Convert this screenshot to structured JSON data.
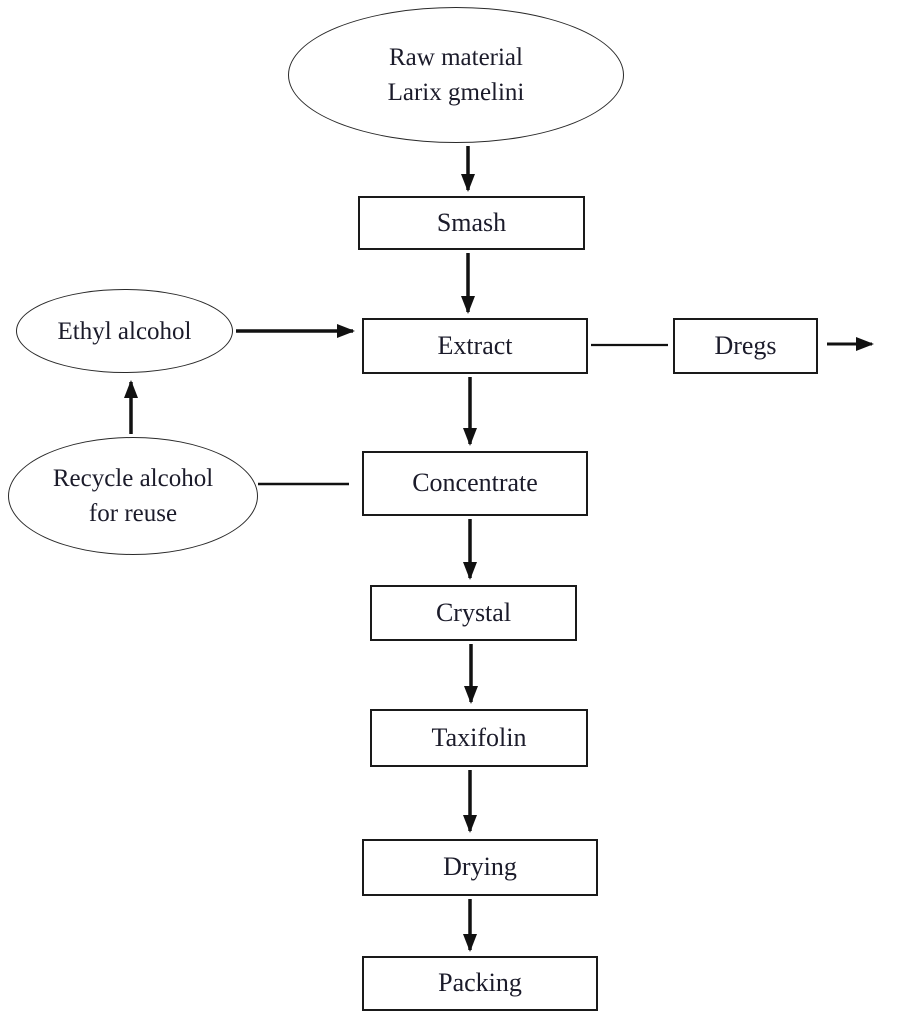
{
  "diagram": {
    "nodes": {
      "raw_material": {
        "line1": "Raw material",
        "line2": "Larix gmelini",
        "shape": "ellipse"
      },
      "smash": {
        "label": "Smash",
        "shape": "rect"
      },
      "ethyl_alcohol": {
        "label": "Ethyl alcohol",
        "shape": "ellipse"
      },
      "extract": {
        "label": "Extract",
        "shape": "rect"
      },
      "dregs": {
        "label": "Dregs",
        "shape": "rect"
      },
      "recycle_alcohol": {
        "line1": "Recycle alcohol",
        "line2": "for reuse",
        "shape": "ellipse"
      },
      "concentrate": {
        "label": "Concentrate",
        "shape": "rect"
      },
      "crystal": {
        "label": "Crystal",
        "shape": "rect"
      },
      "taxifolin": {
        "label": "Taxifolin",
        "shape": "rect"
      },
      "drying": {
        "label": "Drying",
        "shape": "rect"
      },
      "packing": {
        "label": "Packing",
        "shape": "rect"
      }
    },
    "edges": [
      {
        "from": "raw_material",
        "to": "smash",
        "arrow": true,
        "direction": "down"
      },
      {
        "from": "smash",
        "to": "extract",
        "arrow": true,
        "direction": "down"
      },
      {
        "from": "ethyl_alcohol",
        "to": "extract",
        "arrow": true,
        "direction": "right"
      },
      {
        "from": "extract",
        "to": "dregs",
        "arrow": false,
        "direction": "right"
      },
      {
        "from": "dregs",
        "to": "out",
        "arrow": true,
        "direction": "right"
      },
      {
        "from": "extract",
        "to": "concentrate",
        "arrow": true,
        "direction": "down"
      },
      {
        "from": "recycle_alcohol",
        "to": "ethyl_alcohol",
        "arrow": true,
        "direction": "up"
      },
      {
        "from": "recycle_alcohol",
        "to": "concentrate",
        "arrow": false,
        "direction": "right"
      },
      {
        "from": "concentrate",
        "to": "crystal",
        "arrow": true,
        "direction": "down"
      },
      {
        "from": "crystal",
        "to": "taxifolin",
        "arrow": true,
        "direction": "down"
      },
      {
        "from": "taxifolin",
        "to": "drying",
        "arrow": true,
        "direction": "down"
      },
      {
        "from": "drying",
        "to": "packing",
        "arrow": true,
        "direction": "down"
      }
    ],
    "colors": {
      "background": "#ffffff",
      "stroke": "#1a1a1a",
      "text": "#1b1b2a"
    }
  }
}
